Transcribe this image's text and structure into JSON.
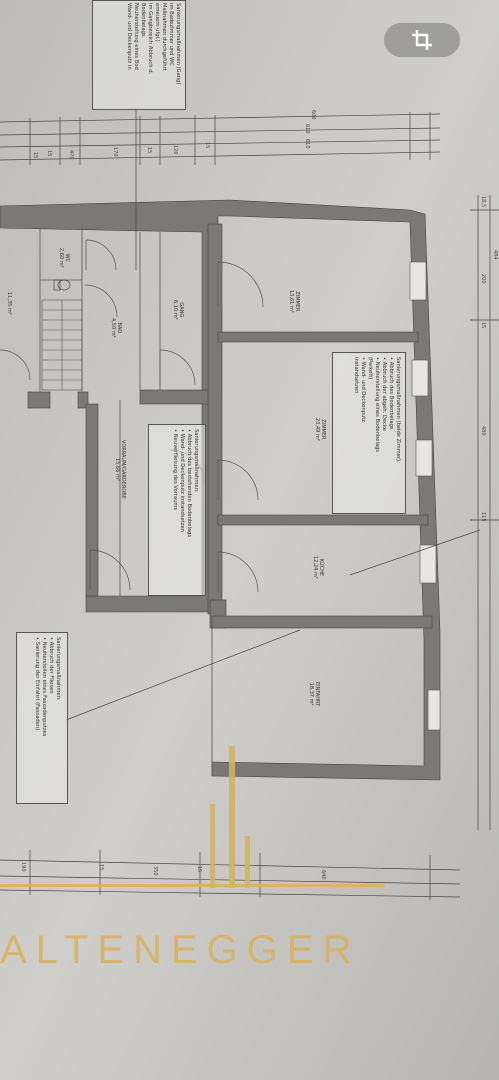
{
  "toolbar": {
    "crop_icon": "crop-icon",
    "accent": "#d9b25c"
  },
  "notes": {
    "top": [
      "Sanierungsmaßnahmen (Gang)",
      "im Badezimmer und WC",
      "Maßnahmen durchgeführt",
      "erneuern ufgl.)",
      "im Gangbereich Abbruch d.",
      "Bodenbelags",
      "Neuherstellung eines Bod",
      "Wand- und Deckenputz in"
    ],
    "vorraum": [
      "Sanierungsmaßnahmen:",
      "• Abbruch des bestehenden Bodenbelags",
      "• Wand- und Deckenputz instandsetzen",
      "• Neuverfliesung des Vorraums"
    ],
    "zimmer": [
      "Sanierungsmaßnahmen (beide Zimmer):",
      "• Abbruch des Bodenbelags",
      "• Abbruch der abgeh. Decke",
      "• Neuherstellung eines Bodenbelags",
      "   (Parkett)",
      "• Wand- und Deckenputz",
      "   instandsetzen"
    ],
    "einfahrt": [
      "Sanierungsmaßnahmen:",
      "• Abbruch der Fliesen",
      "• Neuherstellen eines Fassadenputzes",
      "• Sanierung der Einfahrt (Fassaden)"
    ]
  },
  "rooms": {
    "wc": {
      "name": "WC",
      "area": "2,60 m²"
    },
    "bad": {
      "name": "BAD",
      "area": "4,50 m²"
    },
    "gang": {
      "name": "GANG",
      "area": "6,10 m²"
    },
    "vorraum": {
      "name": "VORRAUM/GARDEROBE",
      "area": "15,66 m²"
    },
    "zimmer1": {
      "name": "ZIMMER",
      "area": "13,61 m²"
    },
    "zimmer2": {
      "name": "ZIMMER",
      "area": "23,49 m²"
    },
    "kueche": {
      "name": "KÜCHE",
      "area": "12,24 m²"
    },
    "einfahrt": {
      "name": "EINFAHRT",
      "area": "18,37 m²"
    },
    "left": {
      "area": "11,35 m²"
    }
  },
  "dims": {
    "top": [
      "15",
      "15",
      "470",
      "170",
      "15",
      "120",
      "15",
      "610",
      "610",
      "600"
    ],
    "right": [
      "18,5",
      "200",
      "484",
      "15",
      "480",
      "115"
    ],
    "bottom": [
      "190",
      "15",
      "350",
      "15",
      "640"
    ]
  },
  "watermark": {
    "brand": "ALTENEGGER"
  }
}
